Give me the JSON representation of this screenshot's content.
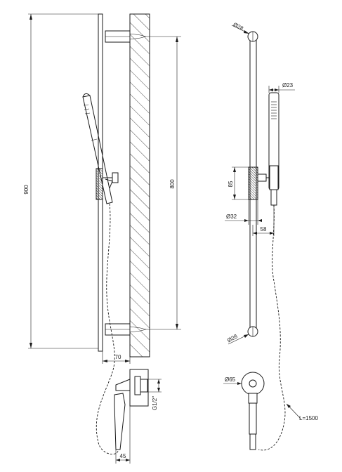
{
  "dimensions": {
    "height_900": "900",
    "height_800": "800",
    "offset_70": "70",
    "diameter_28_top": "Ø28",
    "diameter_23": "Ø23",
    "height_85": "85",
    "diameter_32": "Ø32",
    "offset_58": "58",
    "diameter_28_bottom": "Ø28",
    "diameter_65": "Ø65",
    "thread_g12": "G1/2\"",
    "offset_45": "45",
    "hose_length": "L=1500"
  }
}
